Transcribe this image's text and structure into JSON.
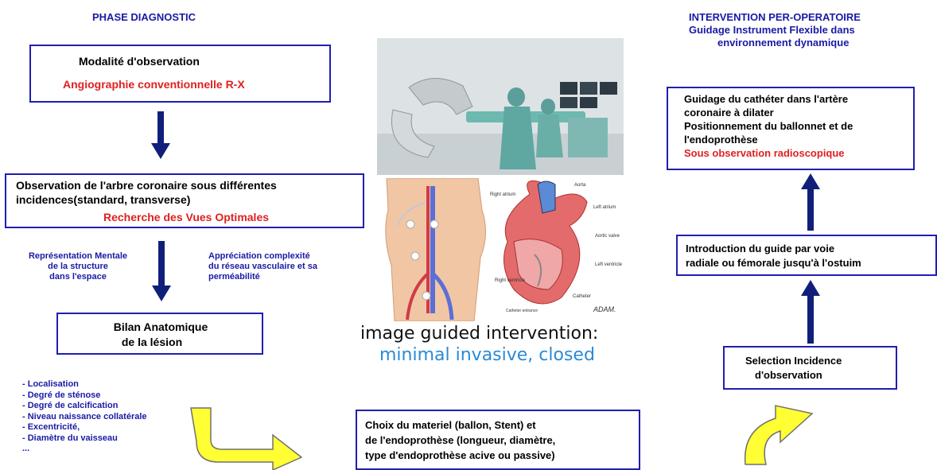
{
  "left": {
    "title": "PHASE DIAGNOSTIC",
    "box1": {
      "line1": "Modalité d'observation",
      "line2": "Angiographie conventionnelle R-X"
    },
    "box2": {
      "line1": "Observation de l'arbre coronaire sous différentes",
      "line2": "incidences(standard, transverse)",
      "line3": "Recherche des Vues Optimales"
    },
    "note_left": [
      "Représentation Mentale",
      "de la structure",
      "dans l'espace"
    ],
    "note_right": [
      "Appréciation complexité",
      "du réseau vasculaire et sa",
      "perméabilité"
    ],
    "box3": {
      "line1": "Bilan Anatomique",
      "line2": "de la lésion"
    },
    "criteria": [
      "- Localisation",
      "- Degré de sténose",
      "- Degré de calcification",
      "- Niveau naissance collatérale",
      "- Excentricité,",
      "- Diamètre du vaisseau",
      "..."
    ]
  },
  "center": {
    "caption_line1": "image guided intervention:",
    "caption_line2": "minimal invasive, closed",
    "illustration_labels": {
      "aorta": "Aorta",
      "left_atrium": "Left atrium",
      "right_atrium": "Right atrium",
      "aortic_valve": "Aortic valve",
      "left_ventricle": "Left ventricle",
      "right_ventricle": "Right ventricle",
      "catheter": "Catheter",
      "catheter_entrance": "Catheter entrance",
      "brand": "ADAM."
    },
    "box_materiel": {
      "line1": "Choix du materiel (ballon, Stent) et",
      "line2": "de l'endoprothèse (longueur, diamètre,",
      "line3": "type d'endoprothèse acive ou passive)"
    }
  },
  "right": {
    "title_line1": "INTERVENTION PER-OPERATOIRE",
    "title_line2": "Guidage Instrument Flexible dans",
    "title_line3": "environnement dynamique",
    "box_top": {
      "line1": "Guidage du cathéter dans l'artère",
      "line2": "coronaire à dilater",
      "line3": "Positionnement du ballonnet et de",
      "line4": "l'endoprothèse",
      "line5": "Sous observation radioscopique"
    },
    "box_mid": {
      "line1": "Introduction du guide par voie",
      "line2": "radiale ou fémorale jusqu'à l'ostuim"
    },
    "box_bottom": {
      "line1": "Selection Incidence",
      "line2": "d'observation"
    }
  },
  "colors": {
    "frame": "#1f1fb0",
    "title": "#1a1aa6",
    "highlight": "#e02020",
    "arrow": "#0f1f7a",
    "curved_arrow": "#ffff33"
  }
}
